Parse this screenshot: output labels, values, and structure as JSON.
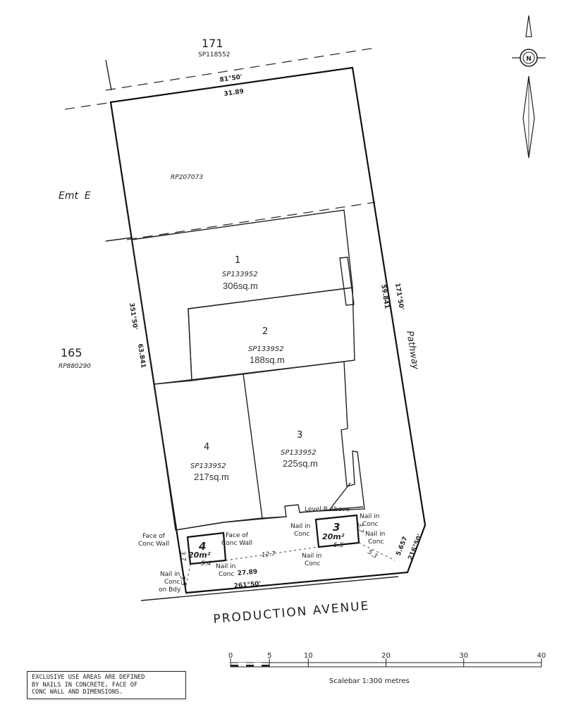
{
  "adjoining": {
    "lot_171": "171",
    "plan_171": "SP118552",
    "lot_165": "165",
    "plan_165": "RP880290",
    "common_plan": "RP207073",
    "easement": "Emt  E",
    "pathway": "Pathway",
    "road": "PRODUCTION AVENUE"
  },
  "boundaries": {
    "top_bearing": "81°50'",
    "top_distance": "31.89",
    "left_bearing": "351°50'",
    "left_distance": "63.841",
    "right_bearing": "171°50'",
    "right_distance": "59.841",
    "bottom_bearing": "261°50'",
    "bottom_distance": "27.89",
    "corner_bearing": "216°50'",
    "corner_distance": "5.657"
  },
  "lots": [
    {
      "number": "1",
      "plan": "SP133952",
      "area": "306sq.m"
    },
    {
      "number": "2",
      "plan": "SP133952",
      "area": "188sq.m"
    },
    {
      "number": "3",
      "plan": "SP133952",
      "area": "225sq.m"
    },
    {
      "number": "4",
      "plan": "SP133952",
      "area": "217sq.m"
    }
  ],
  "exclusive_use": {
    "area_4": {
      "number": "4",
      "area": "20m²",
      "width": "5.4",
      "depth": "3.7"
    },
    "area_3": {
      "number": "3",
      "area": "20m²",
      "width": "5.5",
      "depth": "3.7"
    },
    "span": "12.7",
    "left_offset": "5.3",
    "right_offset": "5.3"
  },
  "annotations": {
    "face_wall_left": [
      "Face of",
      "Conc Wall"
    ],
    "face_wall_mid": [
      "Face of",
      "Conc Wall"
    ],
    "nail_bdy": [
      "Nail in",
      "Conc",
      "on Bdy"
    ],
    "nail_mid_left": [
      "Nail in",
      "Conc"
    ],
    "nail_mid_right": [
      "Nail in",
      "Conc"
    ],
    "nail_area3_left": [
      "Nail in",
      "Conc"
    ],
    "nail_area3_top": [
      "Nail in",
      "Conc"
    ],
    "nail_area3_right": [
      "Nail in",
      "Conc"
    ],
    "level_b": "Level B Above"
  },
  "north": {
    "label": "N"
  },
  "scalebar": {
    "ticks": [
      "0",
      "5",
      "10",
      "20",
      "30",
      "40"
    ],
    "tick_values": [
      0,
      5,
      10,
      20,
      30,
      40
    ],
    "label": "Scalebar 1:300 metres"
  },
  "note": [
    "EXCLUSIVE USE AREAS ARE DEFINED",
    "BY NAILS IN CONCRETE,  FACE OF",
    "CONC WALL AND DIMENSIONS."
  ]
}
